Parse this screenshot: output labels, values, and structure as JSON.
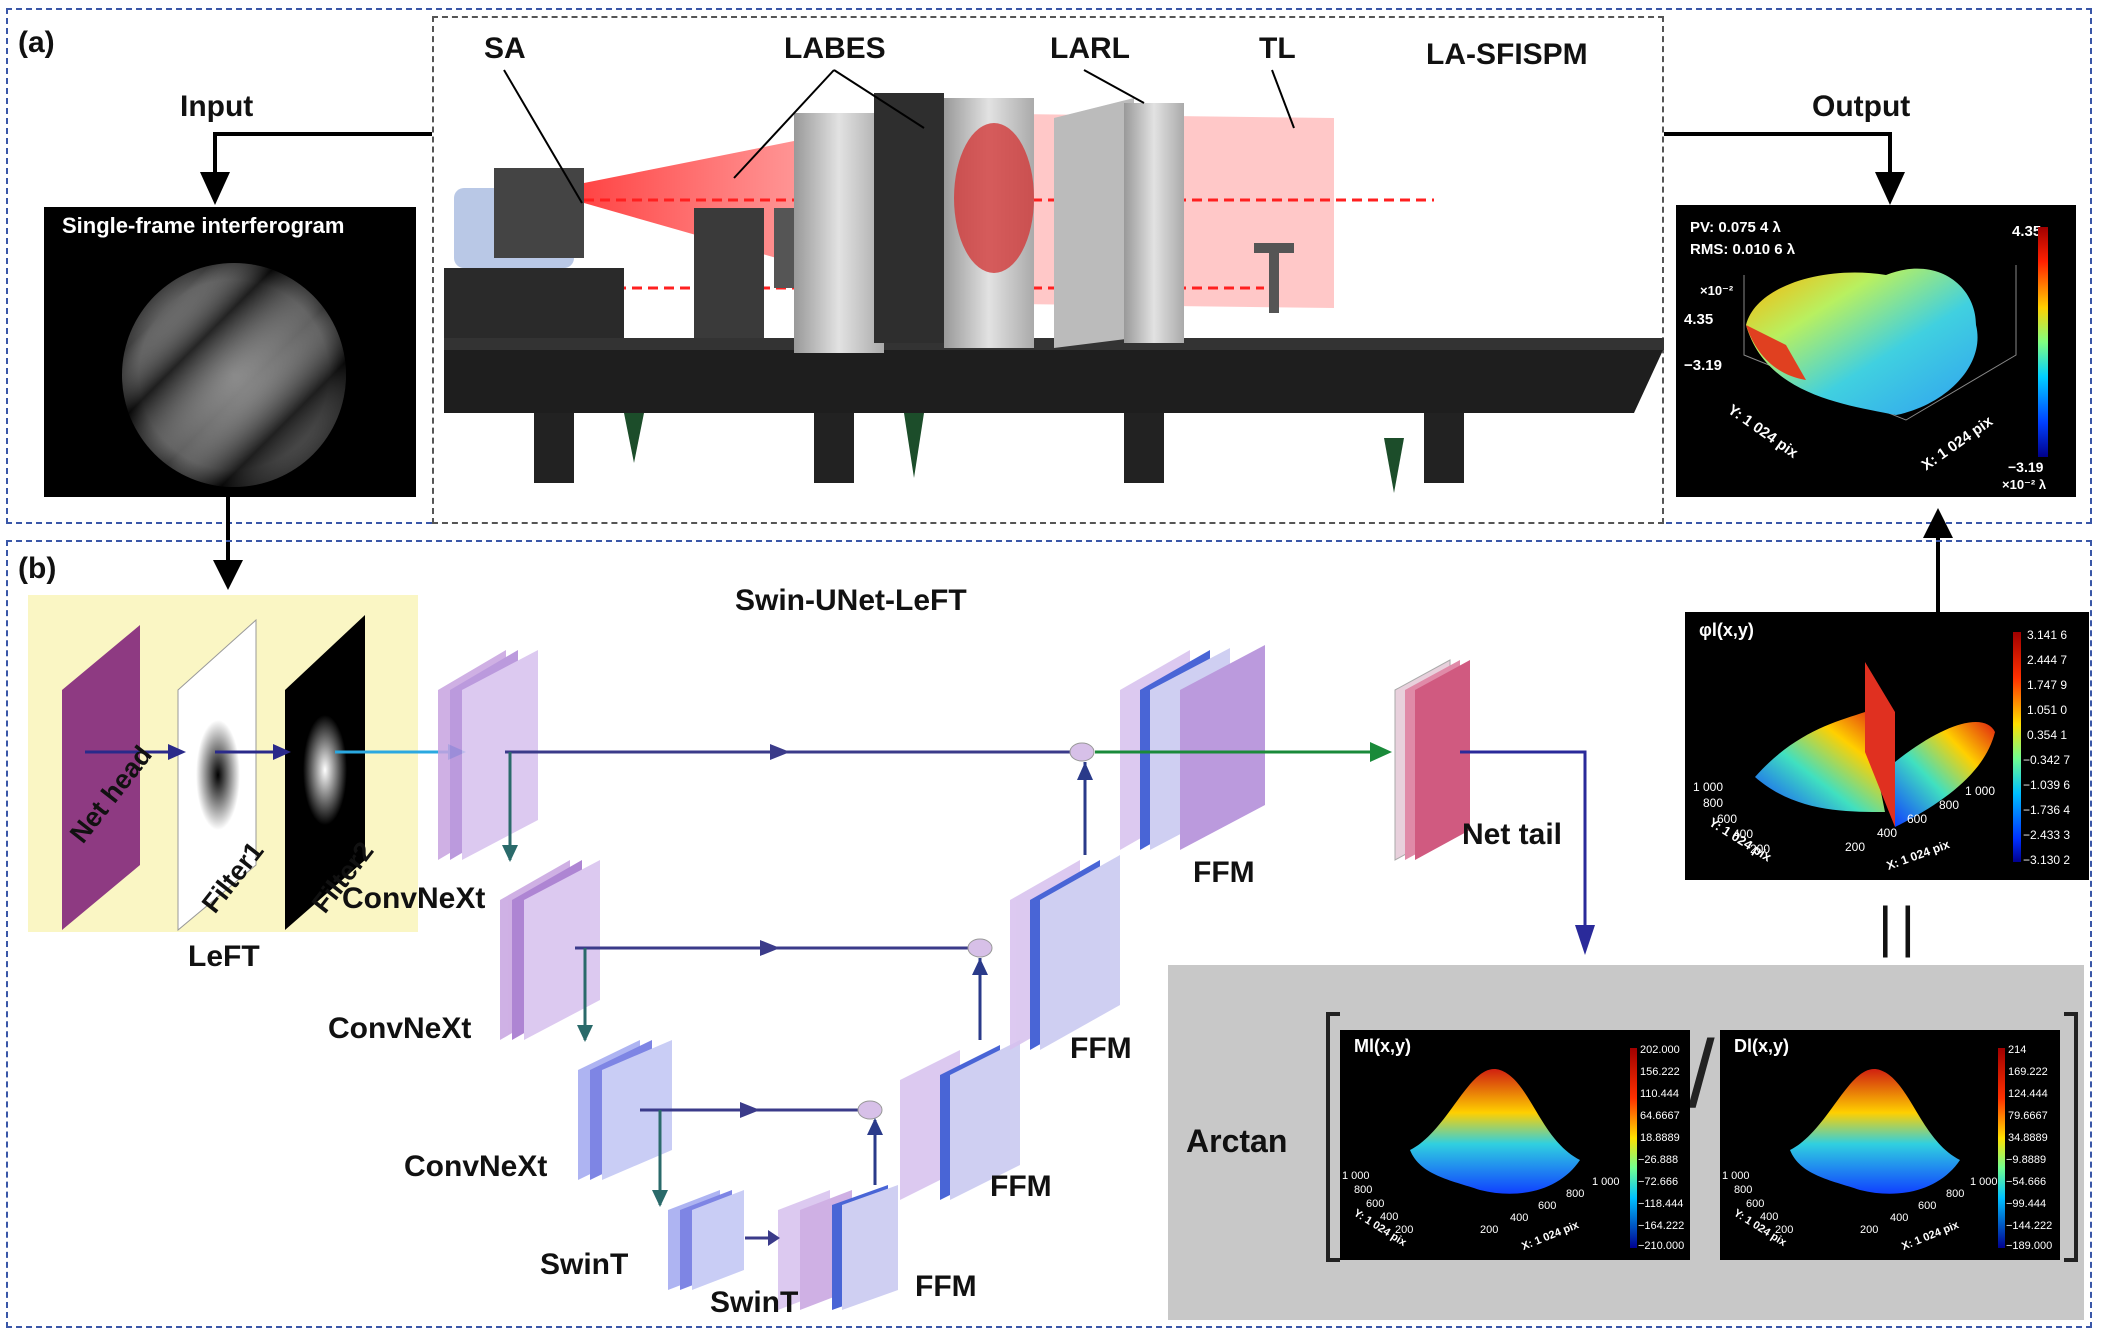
{
  "panel_a": {
    "label": "(a)",
    "input_label": "Input",
    "output_label": "Output",
    "interferogram_title": "Single-frame interferogram",
    "system_title": "LA-SFISPM",
    "component_labels": [
      "SA",
      "LABES",
      "LARL",
      "TL"
    ],
    "output_plot": {
      "pv": "PV: 0.075 4 λ",
      "rms": "RMS: 0.010 6 λ",
      "exp": "×10⁻²",
      "z_max": "4.35",
      "z_min": "−3.19",
      "cb_max": "4.35",
      "cb_min": "−3.19",
      "cb_unit": "×10⁻² λ",
      "x_axis": "X: 1 024 pix",
      "y_axis": "Y: 1 024 pix"
    }
  },
  "panel_b": {
    "label": "(b)",
    "network_title": "Swin-UNet-LeFT",
    "left_block": {
      "title": "LeFT",
      "items": [
        "Net head",
        "Filter1",
        "Filter2"
      ]
    },
    "encoder_labels": [
      "ConvNeXt",
      "ConvNeXt",
      "ConvNeXt",
      "SwinT"
    ],
    "bottleneck_label": "SwinT",
    "decoder_labels": [
      "FFM",
      "FFM",
      "FFM",
      "FFM"
    ],
    "tail_label": "Net tail",
    "arctan_label": "Arctan",
    "equals_sign": "||",
    "phase_plot": {
      "title": "φl(x,y)",
      "colorbar": [
        "3.141 6",
        "2.444 7",
        "1.747 9",
        "1.051 0",
        "0.354 1",
        "−0.342 7",
        "−1.039 6",
        "−1.736 4",
        "−2.433 3",
        "−3.130 2"
      ],
      "x_ticks": [
        "200",
        "400",
        "600",
        "800",
        "1 000"
      ],
      "y_ticks": [
        "1 000",
        "800",
        "600",
        "400",
        "200"
      ],
      "x_axis": "X: 1 024 pix",
      "y_axis": "Y: 1 024 pix"
    },
    "m_plot": {
      "title": "Ml(x,y)",
      "colorbar": [
        "202.000",
        "156.222",
        "110.444",
        "64.6667",
        "18.8889",
        "−26.888",
        "−72.666",
        "−118.444",
        "−164.222",
        "−210.000"
      ],
      "x_ticks": [
        "200",
        "400",
        "600",
        "800",
        "1 000"
      ],
      "y_ticks": [
        "1 000",
        "800",
        "600",
        "400",
        "200"
      ],
      "x_axis": "X: 1 024 pix",
      "y_axis": "Y: 1 024 pix"
    },
    "d_plot": {
      "title": "Dl(x,y)",
      "colorbar": [
        "214",
        "169.222",
        "124.444",
        "79.6667",
        "34.8889",
        "−9.8889",
        "−54.666",
        "−99.444",
        "−144.222",
        "−189.000"
      ],
      "x_ticks": [
        "200",
        "400",
        "600",
        "800",
        "1 000"
      ],
      "y_ticks": [
        "1 000",
        "800",
        "600",
        "400",
        "200"
      ],
      "x_axis": "X: 1 024 pix",
      "y_axis": "Y: 1 024 pix"
    },
    "divider": "/"
  }
}
